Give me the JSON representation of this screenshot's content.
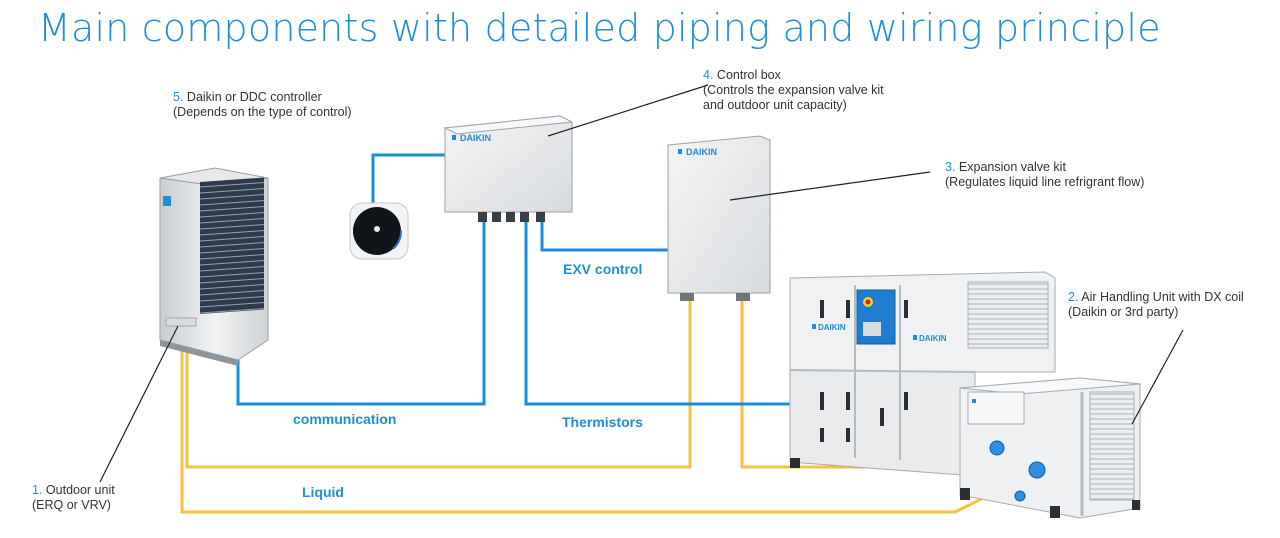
{
  "title": "Main components with detailed piping and wiring principle",
  "components": [
    {
      "num": "1.",
      "line1": "Outdoor unit",
      "line2": "(ERQ or VRV)"
    },
    {
      "num": "2.",
      "line1": "Air Handling Unit with DX coil",
      "line2": "(Daikin or 3rd party)"
    },
    {
      "num": "3.",
      "line1": "Expansion valve kit",
      "line2": "(Regulates liquid line refrigrant flow)"
    },
    {
      "num": "4.",
      "line1": "Control box",
      "line2": "(Controls the expansion valve kit",
      "line3": "and outdoor unit capacity)"
    },
    {
      "num": "5.",
      "line1": "Daikin or DDC controller",
      "line2": "(Depends on the type of control)"
    }
  ],
  "wires": {
    "exv": "EXV control",
    "communication": "communication",
    "thermistors": "Thermistors",
    "liquid": "Liquid"
  },
  "brand": "DAIKIN",
  "colors": {
    "title": "#1d8fd8",
    "wire_blue": "#1a8fd6",
    "pipe_yellow": "#f5c242",
    "leader": "#222222"
  }
}
